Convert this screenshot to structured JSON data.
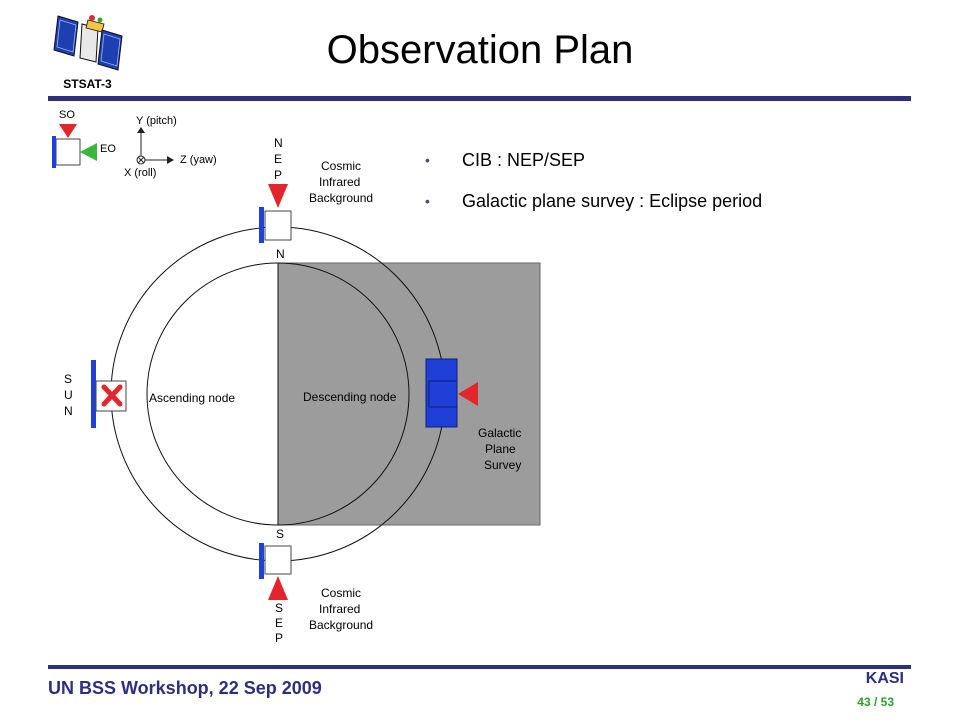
{
  "slide": {
    "title": "Observation Plan",
    "logo_label": "STSAT-3",
    "footer_left": "UN BSS Workshop, 22 Sep 2009",
    "footer_org": "KASI",
    "page_number": "43 / 53"
  },
  "bullets": [
    "CIB : NEP/SEP",
    "Galactic plane survey : Eclipse period"
  ],
  "legend": {
    "so_label": "SO",
    "eo_label": "EO",
    "y_axis": "Y (pitch)",
    "z_axis": "Z (yaw)",
    "x_axis": "X (roll)"
  },
  "diagram": {
    "nep_letters": [
      "N",
      "E",
      "P"
    ],
    "sep_letters": [
      "S",
      "E",
      "P"
    ],
    "sun_letters": [
      "S",
      "U",
      "N"
    ],
    "north_label": "N",
    "south_label": "S",
    "cib_top": [
      "Cosmic",
      "Infrared",
      "Background"
    ],
    "cib_bottom": [
      "Cosmic",
      "Infrared",
      "Background"
    ],
    "ascending_label": "Ascending node",
    "descending_label": "Descending node",
    "gps_label": [
      "Galactic",
      "Plane",
      "Survey"
    ]
  },
  "colors": {
    "rule": "#2e2e80",
    "shade": "#9c9c9c",
    "satellite_blue": "#1f3fd6",
    "so_red": "#e3262b",
    "eo_green": "#3ab73a",
    "page_green": "#2e9e2e"
  }
}
